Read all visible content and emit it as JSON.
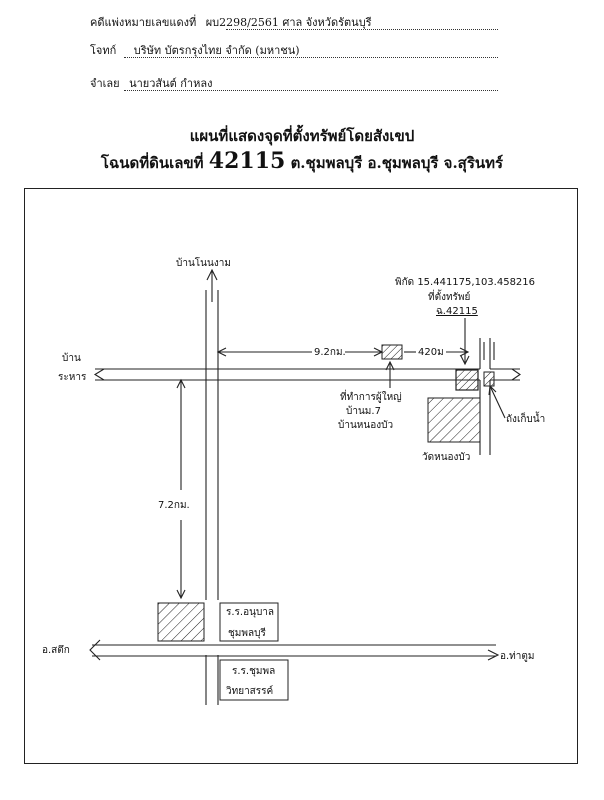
{
  "header": {
    "case_label": "คดีแพ่งหมายเลขแดงที่",
    "case_value": "ผบ2298/2561  ศาล  จังหวัดรัตนบุรี",
    "plaintiff_label": "โจทก์",
    "plaintiff_value": "บริษัท บัตรกรุงไทย จำกัด (มหาชน)",
    "defendant_label": "จำเลย",
    "defendant_value": "นายวสันต์ กำหลง"
  },
  "title_line1": "แผนที่แสดงจุดที่ตั้งทรัพย์โดยสังเขป",
  "title_line2_prefix": "โฉนดที่ดินเลขที่",
  "title_line2_number": "42115",
  "title_line2_suffix": "ต.ชุมพลบุรี อ.ชุมพลบุรี จ.สุรินทร์",
  "map": {
    "ban_no_ngam": "บ้านโนนงาม",
    "ban_label": "บ้าน",
    "ban_name": "ระหาร",
    "dist_9km": "9.2กม.",
    "dist_420m": "420ม",
    "coords": "พิกัด 15.441175,103.458216",
    "property_line1": "ที่ตั้งทรัพย์",
    "property_line2": "ฉ.42115",
    "village_office_1": "ที่ทำการผู้ใหญ่",
    "village_office_2": "บ้านม.7",
    "village_office_3": "บ้านหนองบัว",
    "water_tank": "ถังเก็บน้ำ",
    "temple": "วัดหนองบัว",
    "dist_7km": "7.2กม.",
    "kindergarten_1": "ร.ร.อนุบาล",
    "kindergarten_2": "ชุมพลบุรี",
    "school_1": "ร.ร.ชุมพล",
    "school_2": "วิทยาสรรค์",
    "left_dest": "อ.สตึก",
    "right_dest": "อ.ท่าตูม"
  }
}
